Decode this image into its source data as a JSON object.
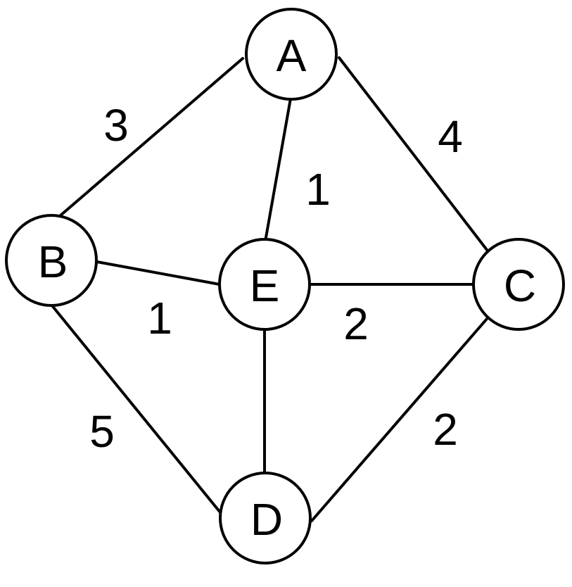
{
  "nodes": {
    "A": "A",
    "B": "B",
    "C": "C",
    "D": "D",
    "E": "E"
  },
  "edges": [
    {
      "from": "A",
      "to": "B",
      "weight": "3"
    },
    {
      "from": "A",
      "to": "C",
      "weight": "4"
    },
    {
      "from": "A",
      "to": "E",
      "weight": "1"
    },
    {
      "from": "B",
      "to": "E",
      "weight": "1"
    },
    {
      "from": "E",
      "to": "C",
      "weight": "2"
    },
    {
      "from": "C",
      "to": "D",
      "weight": "2"
    },
    {
      "from": "B",
      "to": "D",
      "weight": "5"
    },
    {
      "from": "E",
      "to": "D",
      "weight": ""
    }
  ]
}
